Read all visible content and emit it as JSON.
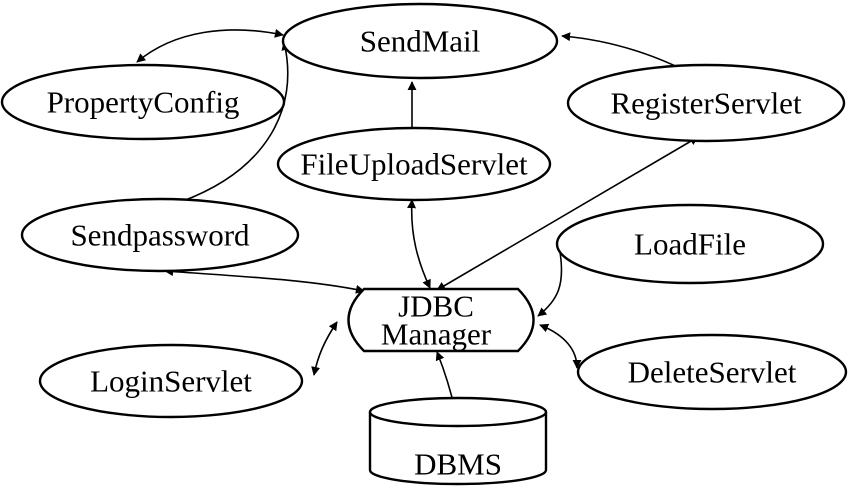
{
  "nodes": {
    "send_mail": "SendMail",
    "property_config": "PropertyConfig",
    "register_servlet": "RegisterServlet",
    "file_upload_servlet": "FileUploadServlet",
    "sendpassword": "Sendpassword",
    "load_file": "LoadFile",
    "jdbc_manager_line1": "JDBC",
    "jdbc_manager_line2": "Manager",
    "login_servlet": "LoginServlet",
    "delete_servlet": "DeleteServlet",
    "dbms": "DBMS"
  },
  "colors": {
    "stroke": "#000000",
    "fill": "#ffffff"
  }
}
